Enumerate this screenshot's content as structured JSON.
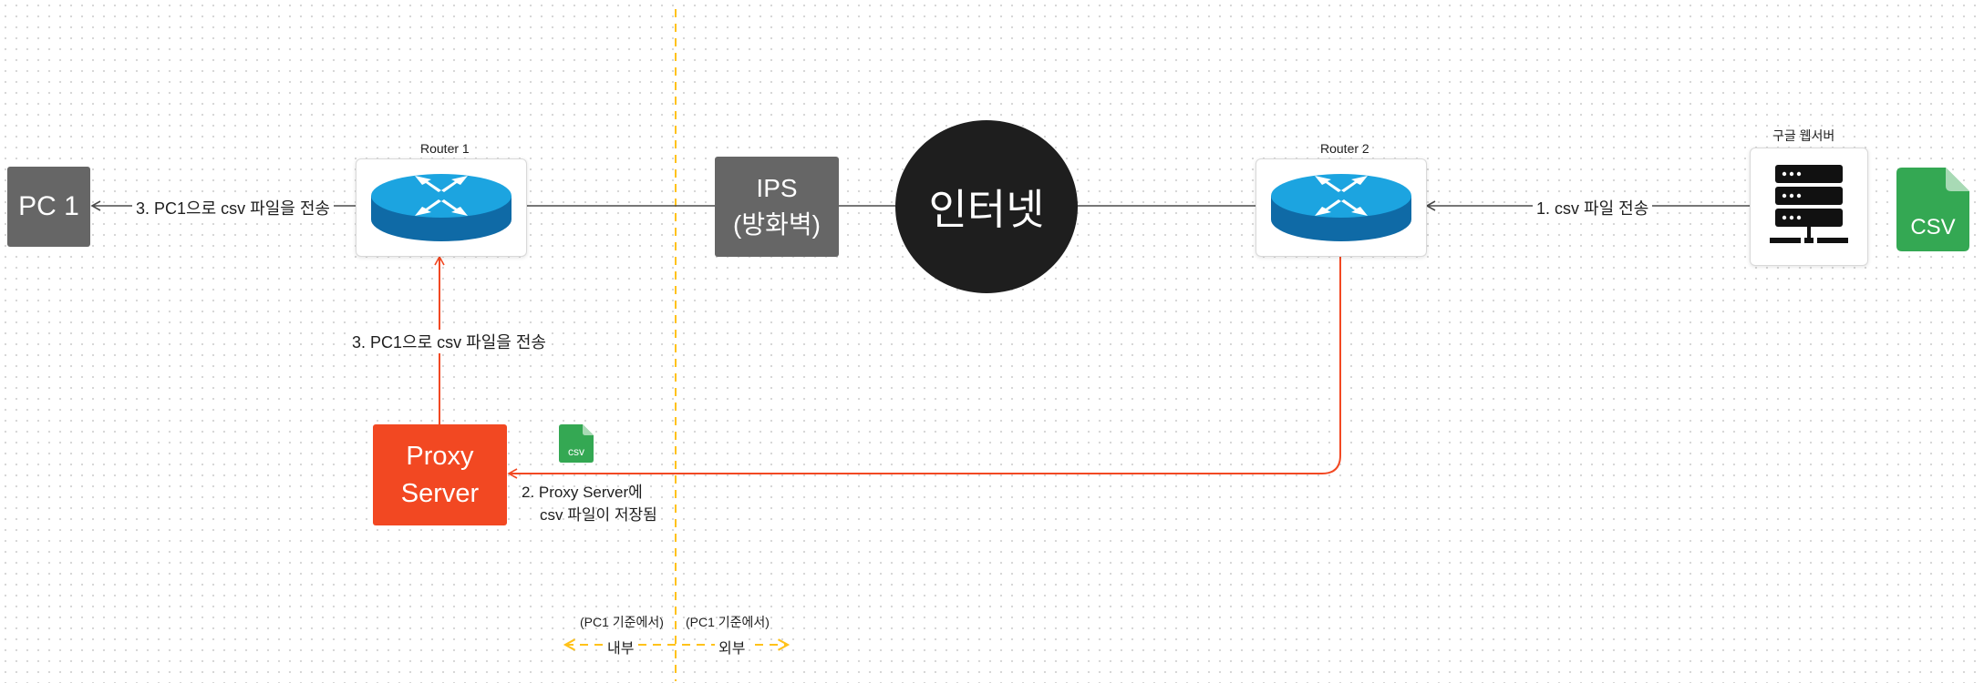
{
  "nodes": {
    "pc1": "PC 1",
    "ips_line1": "IPS",
    "ips_line2": "(방화벽)",
    "internet": "인터넷",
    "proxy_line1": "Proxy",
    "proxy_line2": "Server",
    "router1": "Router 1",
    "router2": "Router 2",
    "webserver": "구글 웹서버",
    "csv_large": "CSV",
    "csv_small": "csv"
  },
  "edges": {
    "step1": "1. csv 파일 전송",
    "step2_line1": "2. Proxy Server에",
    "step2_line2": "csv 파일이 저장됨",
    "step3_top": "3. PC1으로 csv 파일을 전송",
    "step3_mid": "3. PC1으로 csv 파일을 전송"
  },
  "zones": {
    "left_caption": "(PC1 기준에서)",
    "left_label": "내부",
    "right_caption": "(PC1 기준에서)",
    "right_label": "외부"
  },
  "colors": {
    "gray_box": "#666666",
    "internet": "#1e1e1e",
    "proxy": "#f24822",
    "flow_arrow": "#f24822",
    "boundary": "#ffc21a",
    "csv_icon": "#34a853",
    "router": "#1ca4e0"
  },
  "icons": {
    "router1": "router-icon",
    "router2": "router-icon",
    "webserver": "server-rack-icon",
    "csv": "csv-file-icon"
  }
}
